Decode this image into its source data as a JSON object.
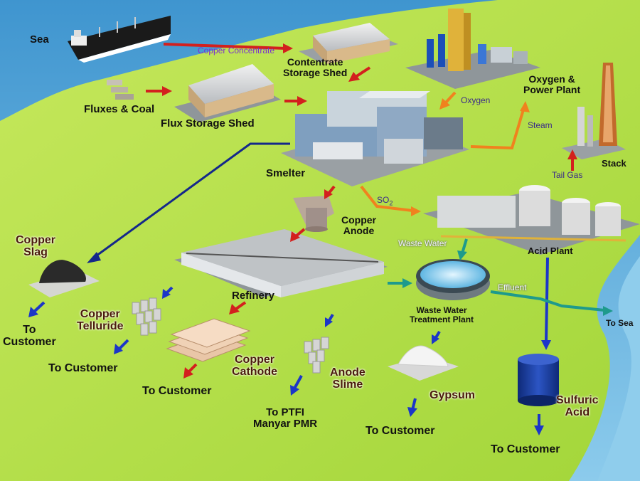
{
  "labels": {
    "sea": "Sea",
    "copper_concentrate": "Copper Concentrate",
    "concentrate_shed": "Contentrate\nStorage Shed",
    "oxygen_plant": "Oxygen &\nPower Plant",
    "fluxes_coal": "Fluxes & Coal",
    "flux_shed": "Flux Storage Shed",
    "oxygen": "Oxygen",
    "steam": "Steam",
    "stack": "Stack",
    "tail_gas": "Tail Gas",
    "smelter": "Smelter",
    "so2_main": "SO",
    "so2_sub": "2",
    "copper_anode": "Copper\nAnode",
    "waste_water": "Waste Water",
    "acid_plant": "Acid Plant",
    "copper_slag": "Copper\nSlag",
    "refinery": "Refinery",
    "effluent": "Effluent",
    "wwtp": "Waste Water\nTreatment Plant",
    "to_sea": "To Sea",
    "copper_telluride": "Copper\nTelluride",
    "copper_cathode": "Copper\nCathode",
    "anode_slime": "Anode\nSlime",
    "gypsum": "Gypsum",
    "sulfuric_acid": "Sulfuric\nAcid",
    "to_customer_1": "To\nCustomer",
    "to_customer_2": "To Customer",
    "to_customer_3": "To Customer",
    "to_ptfi": "To PTFI\nManyar PMR",
    "to_customer_4": "To Customer",
    "to_customer_5": "To Customer"
  },
  "colors": {
    "sea": "#5fb2de",
    "land": "#b7e04a",
    "red_arrow": "#d3201e",
    "orange_arrow": "#f0821e",
    "blue_arrow": "#1b36c8",
    "navy_arrow": "#14288a",
    "teal_arrow": "#1e9a8c"
  }
}
